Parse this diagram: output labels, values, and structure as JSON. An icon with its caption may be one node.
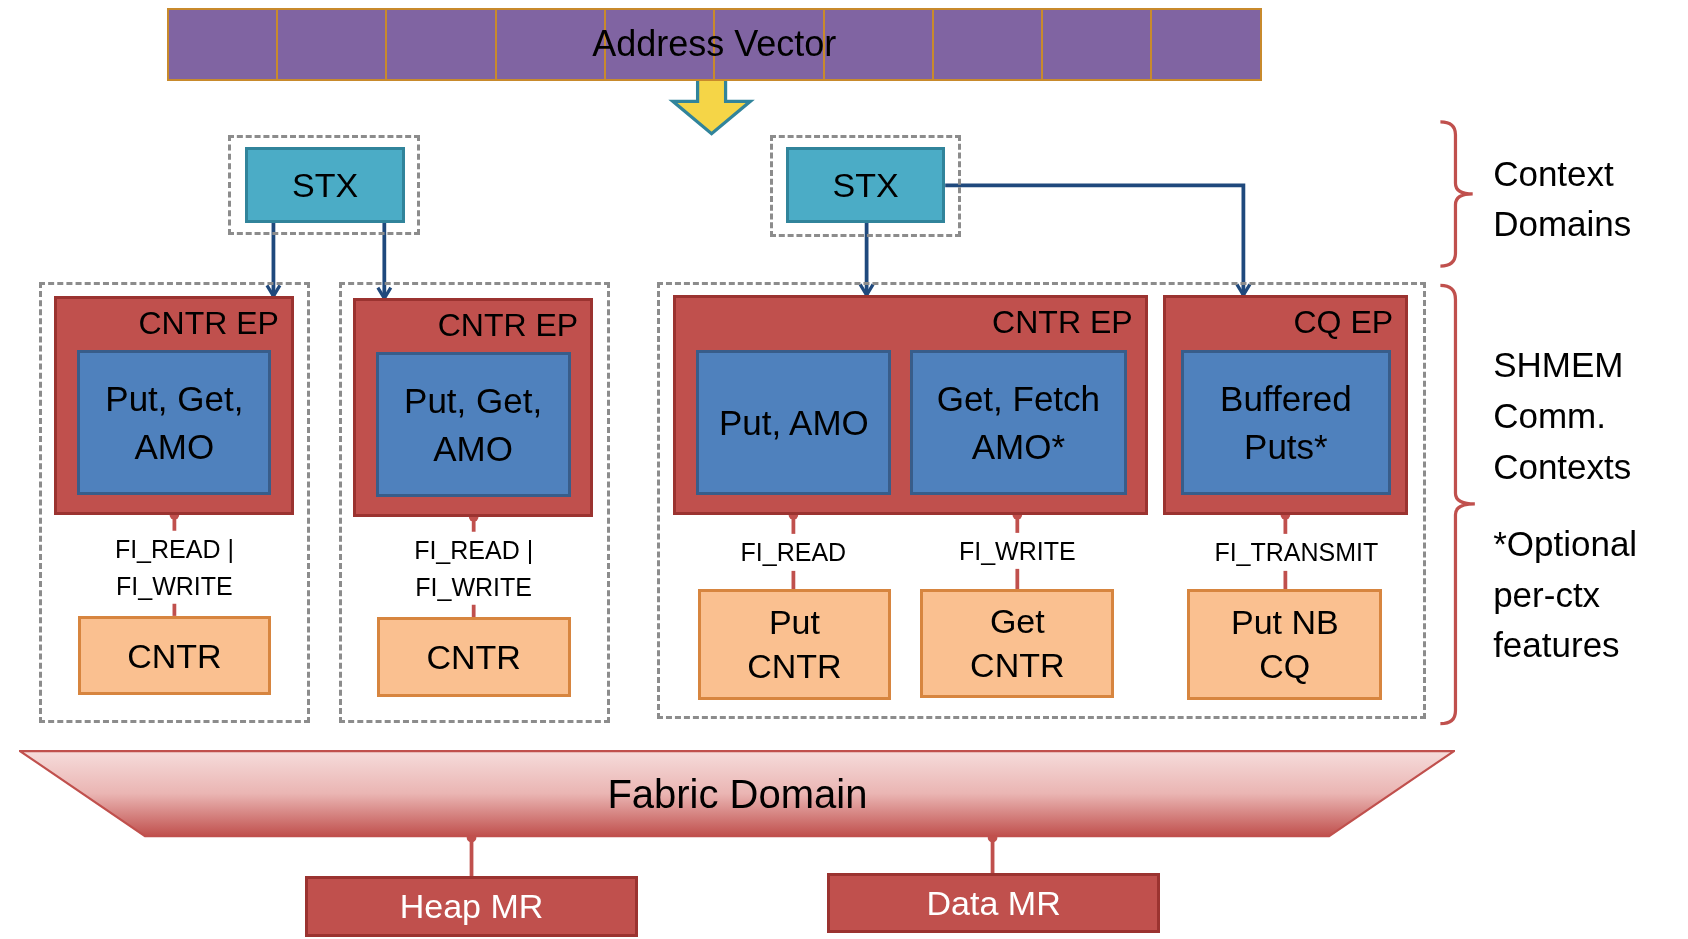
{
  "diagram": {
    "nodes": [
      {
        "text": [
          "Address Vector"
        ]
      },
      {
        "text": [],
        "shape": "box"
      },
      {
        "text": [
          "STX"
        ],
        "in": 1
      },
      {
        "text": [],
        "shape": "box"
      },
      {
        "text": [
          "STX"
        ],
        "in": 3
      },
      {
        "text": [],
        "shape": "box"
      },
      {
        "text": [
          "CNTR EP"
        ],
        "in": 5
      },
      {
        "text": [
          "Put, Get, AMO"
        ],
        "in": 6
      },
      {
        "text": [
          "CNTR"
        ],
        "in": 5
      },
      {
        "text": [],
        "shape": "box"
      },
      {
        "text": [
          "CNTR EP"
        ],
        "in": 9
      },
      {
        "text": [
          "Put, Get, AMO"
        ],
        "in": 10
      },
      {
        "text": [
          "CNTR"
        ],
        "in": 9
      },
      {
        "text": [],
        "shape": "box"
      },
      {
        "text": [
          "CNTR EP"
        ],
        "in": 13
      },
      {
        "text": [
          "Put, AMO"
        ],
        "in": 14
      },
      {
        "text": [
          "Get, Fetch AMO*"
        ],
        "in": 14
      },
      {
        "text": [
          "CQ EP"
        ],
        "in": 13
      },
      {
        "text": [
          "Buffered Puts*"
        ],
        "in": 17
      },
      {
        "text": [
          "Put CNTR"
        ],
        "in": 13
      },
      {
        "text": [
          "Get CNTR"
        ],
        "in": 13
      },
      {
        "text": [
          "Put NB CQ"
        ],
        "in": 13
      },
      {
        "text": [
          "Fabric Domain"
        ]
      },
      {
        "text": [
          "Heap MR"
        ]
      },
      {
        "text": [
          "Data MR"
        ]
      }
    ],
    "edges": [
      {
        "from": 2,
        "to": 6,
        "arrow": "to",
        "color": "#1f497d"
      },
      {
        "from": 2,
        "to": 10,
        "arrow": "to",
        "color": "#1f497d"
      },
      {
        "from": 4,
        "to": 14,
        "arrow": "to",
        "color": "#1f497d"
      },
      {
        "from": 4,
        "to": 17,
        "arrow": "to",
        "color": "#1f497d"
      },
      {
        "from": 6,
        "to": 8,
        "arrow": "other",
        "label": "FI_READ | FI_WRITE"
      },
      {
        "from": 10,
        "to": 12,
        "arrow": "other",
        "label": "FI_READ | FI_WRITE"
      },
      {
        "from": 14,
        "to": 19,
        "arrow": "other",
        "label": "FI_READ"
      },
      {
        "from": 14,
        "to": 20,
        "arrow": "other",
        "label": "FI_WRITE"
      },
      {
        "from": 17,
        "to": 21,
        "arrow": "other",
        "label": "FI_TRANSMIT"
      },
      {
        "from": 22,
        "to": 23,
        "arrow": "other"
      },
      {
        "from": 22,
        "to": 24,
        "arrow": "other"
      }
    ],
    "labels": [
      "Context Domains",
      "SHMEM Comm. Contexts",
      "*Optional per-ctx features"
    ]
  }
}
